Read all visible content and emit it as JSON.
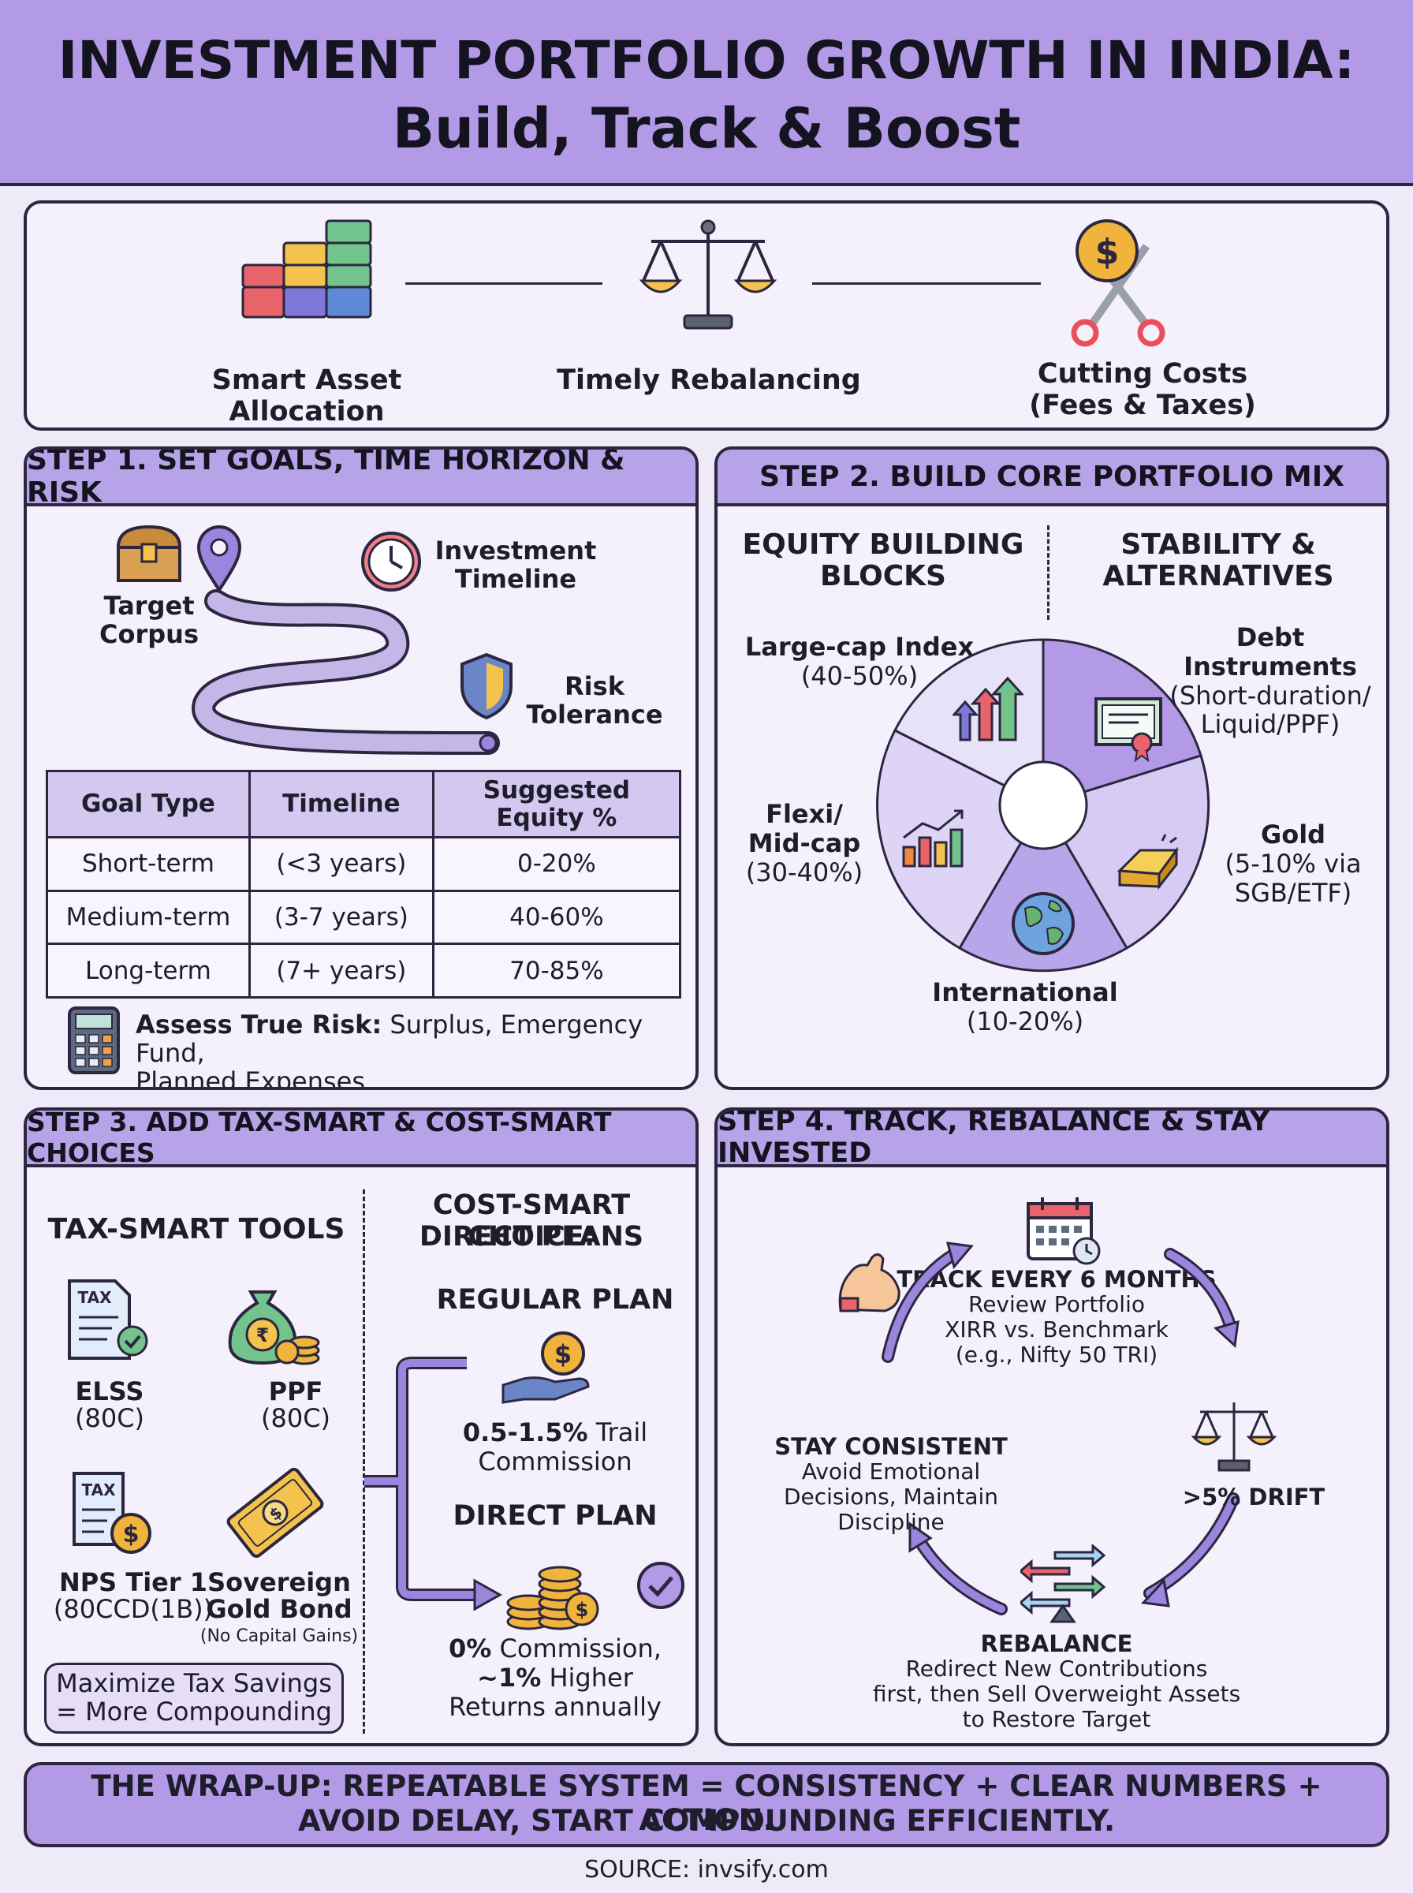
{
  "header": {
    "title_line1": "INVESTMENT PORTFOLIO GROWTH IN INDIA:",
    "title_line2": "Build, Track & Boost"
  },
  "pillars": {
    "items": [
      {
        "label": "Smart Asset Allocation",
        "icon": "stacked-blocks-icon"
      },
      {
        "label": "Timely Rebalancing",
        "icon": "balance-scale-icon"
      },
      {
        "label_line1": "Cutting Costs",
        "label_line2": "(Fees & Taxes)",
        "icon": "scissors-coin-icon"
      }
    ]
  },
  "step1": {
    "title": "STEP 1. SET GOALS, TIME HORIZON & RISK",
    "roadmap": {
      "target_line1": "Target",
      "target_line2": "Corpus",
      "timeline_line1": "Investment",
      "timeline_line2": "Timeline",
      "risk_line1": "Risk",
      "risk_line2": "Tolerance"
    },
    "table": {
      "headers": [
        "Goal Type",
        "Timeline",
        "Suggested",
        "Equity %"
      ],
      "rows": [
        [
          "Short-term",
          "(<3 years)",
          "0-20%"
        ],
        [
          "Medium-term",
          "(3-7 years)",
          "40-60%"
        ],
        [
          "Long-term",
          "(7+ years)",
          "70-85%"
        ]
      ]
    },
    "assess_bold": "Assess True Risk:",
    "assess_rest": " Surplus, Emergency Fund,",
    "assess_line2": "Planned Expenses"
  },
  "step2": {
    "title": "STEP 2. BUILD CORE PORTFOLIO MIX",
    "left_heading_line1": "EQUITY BUILDING",
    "left_heading_line2": "BLOCKS",
    "right_heading_line1": "STABILITY &",
    "right_heading_line2": "ALTERNATIVES",
    "segments": {
      "largecap_name": "Large-cap Index",
      "largecap_range": "(40-50%)",
      "flexi_line1": "Flexi/",
      "flexi_line2": "Mid-cap",
      "flexi_range": "(30-40%)",
      "intl_name": "International",
      "intl_range": "(10-20%)",
      "debt_name": "Debt Instruments",
      "debt_line2": "(Short-duration/",
      "debt_line3": "Liquid/PPF)",
      "gold_name": "Gold",
      "gold_line2": "(5-10% via",
      "gold_line3": "SGB/ETF)"
    }
  },
  "step3": {
    "title": "STEP 3. ADD TAX-SMART & COST-SMART CHOICES",
    "tax_heading": "TAX-SMART TOOLS",
    "tools": {
      "elss": "ELSS",
      "elss_sec": "(80C)",
      "ppf": "PPF",
      "ppf_sec": "(80C)",
      "nps": "NPS Tier 1",
      "nps_sec": "(80CCD(1B))",
      "sgb_line1": "Sovereign",
      "sgb_line2": "Gold Bond",
      "sgb_note": "(No Capital Gains)",
      "tax_tag": "TAX"
    },
    "maximize_line1": "Maximize Tax Savings",
    "maximize_line2": "= More Compounding",
    "cost_heading_line1": "COST-SMART CHOICE:",
    "cost_heading_line2": "DIRECT PLANS",
    "regular_title": "REGULAR PLAN",
    "regular_bold": "0.5-1.5%",
    "regular_rest": " Trail",
    "regular_line2": "Commission",
    "direct_title": "DIRECT PLAN",
    "direct_bold": "0%",
    "direct_rest": " Commission,",
    "direct_bold2": "~1%",
    "direct_rest2": " Higher",
    "direct_line3": "Returns annually"
  },
  "step4": {
    "title": "STEP 4. TRACK, REBALANCE & STAY INVESTED",
    "track_title": "TRACK EVERY 6 MONTHS",
    "track_line1": "Review Portfolio",
    "track_line2": "XIRR vs. Benchmark",
    "track_line3": "(e.g., Nifty 50 TRI)",
    "drift": ">5% DRIFT",
    "rebalance_title": "REBALANCE",
    "rebalance_line1": "Redirect New Contributions",
    "rebalance_line2": "first, then Sell Overweight Assets",
    "rebalance_line3": "to Restore Target",
    "consistent_title": "STAY CONSISTENT",
    "consistent_line1": "Avoid Emotional",
    "consistent_line2": "Decisions, Maintain",
    "consistent_line3": "Discipline"
  },
  "footer": {
    "line1": "THE WRAP-UP: REPEATABLE SYSTEM = CONSISTENCY + CLEAR NUMBERS + ACTION.",
    "line2": "AVOID DELAY, START COMPOUNDING EFFICIENTLY.",
    "source": "SOURCE: invsify.com"
  },
  "colors": {
    "accent": "#b39ae6",
    "panel": "#f5f1fc",
    "outline": "#2c2640",
    "gold": "#f0b43c"
  }
}
